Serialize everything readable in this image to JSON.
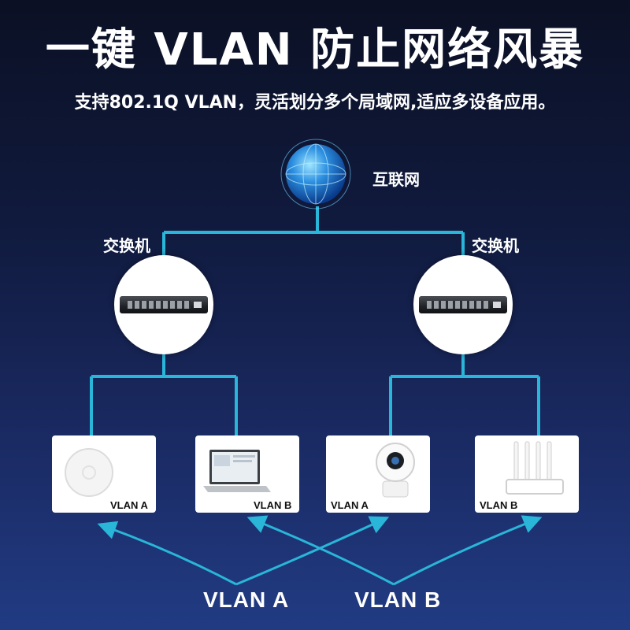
{
  "header": {
    "title": "一键 VLAN   防止网络风暴",
    "subtitle": "支持802.1Q VLAN，灵活划分多个局域网,适应多设备应用。"
  },
  "diagram": {
    "internet_label": "互联网",
    "switch_left_label": "交换机",
    "switch_right_label": "交换机",
    "devices": [
      {
        "icon": "ceiling-access-point-icon",
        "vlan": "VLAN  A"
      },
      {
        "icon": "laptop-icon",
        "vlan": "VLAN  B"
      },
      {
        "icon": "security-camera-icon",
        "vlan": "VLAN  A"
      },
      {
        "icon": "wifi-router-icon",
        "vlan": "VLAN  B"
      }
    ],
    "bottom_left": "VLAN  A",
    "bottom_right": "VLAN  B"
  },
  "colors": {
    "connector_cyan": "#29b6d8",
    "background_top": "#0b1024",
    "background_bottom": "#213b83"
  }
}
